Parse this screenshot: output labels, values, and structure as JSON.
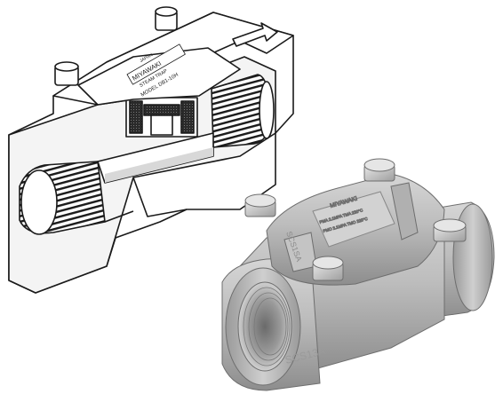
{
  "cutaway": {
    "brand": "MIYAWAKI",
    "subtitle": "STEAM TRAP",
    "model": "MODEL DB1-10H",
    "country": "JAPAN"
  },
  "product": {
    "brand": "MIYAWAKI",
    "model": "SCS1SA",
    "side_mark": "SCS13A",
    "plate_line1": "PMA 2.1MPA   TMA 220°C",
    "plate_line2": "PMO 2.1MPA   TMO 220°C"
  },
  "colors": {
    "metal": "#b9b9b9",
    "metal_dark": "#7d7d7d",
    "line": "#1a1a1a"
  }
}
